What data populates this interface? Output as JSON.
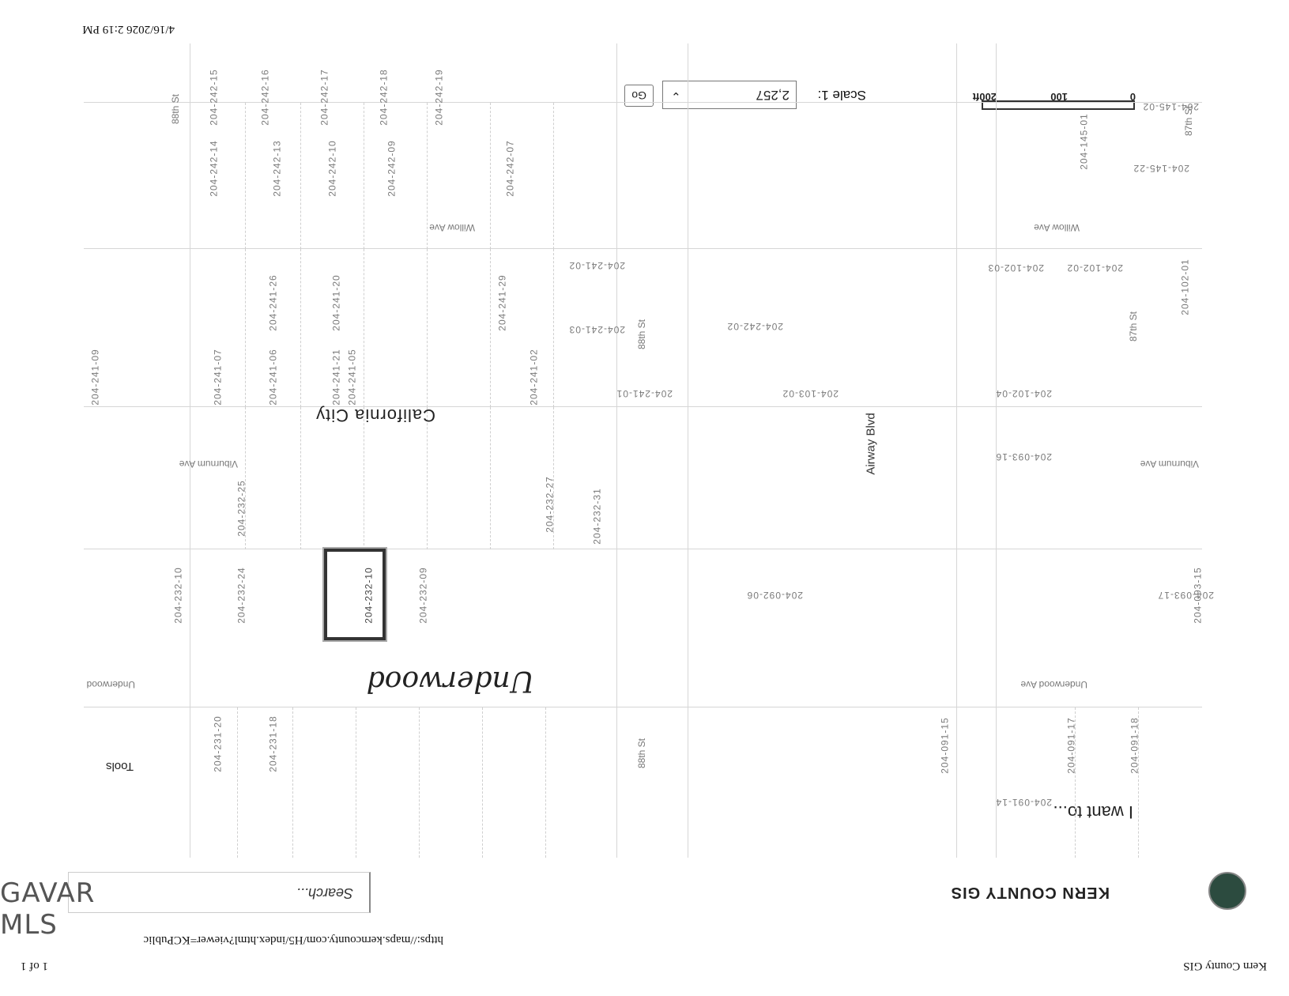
{
  "print_header": {
    "left": "Kern County GIS",
    "right": "1 of 1"
  },
  "print_footer": {
    "url": "https://maps.kerncounty.com/H5/index.html?viewer=KCPublic",
    "datetime": "4/16/2026 2:19 PM"
  },
  "watermark": "GAVAR MLS",
  "app": {
    "title": "KERN COUNTY GIS",
    "logo_alt": "Kern County seal",
    "i_want_to": "I want to...",
    "tools": "Tools",
    "search_placeholder": "Search..."
  },
  "scale": {
    "label": "Scale 1:",
    "value": "2,257",
    "go": "Go",
    "bar_labels": [
      "0",
      "100",
      "200ft"
    ]
  },
  "place_label": "California City",
  "handwritten_note": "Underwood",
  "streets": {
    "willow_ave_1": "Willow Ave",
    "willow_ave_2": "Willow Ave",
    "viburnum_ave_1": "Viburnum Ave",
    "viburnum_ave_2": "Viburnum Ave",
    "underwood_ave_1": "Underwood Ave",
    "underwood_ave_2": "Underwood",
    "airway_blvd": "Airway Blvd",
    "st_87": "87th St",
    "st_87b": "87th St",
    "st_88": "88th St",
    "st_88b": "88th St",
    "st_88c": "88th St"
  },
  "parcels": {
    "top_right": [
      "204-145-01",
      "204-145-02",
      "204-145-22"
    ],
    "willow_right": [
      "204-102-01",
      "204-102-02",
      "204-102-03",
      "204-102-04",
      "204-093-16"
    ],
    "mid_right": [
      "204-242-02",
      "204-103-02",
      "204-241-01",
      "204-241-02",
      "204-241-03"
    ],
    "blocks": [
      "204-241-05",
      "204-241-07",
      "204-241-06",
      "204-241-09",
      "204-241-26",
      "204-241-29",
      "204-241-02",
      "204-232-25",
      "204-232-24",
      "204-232-10",
      "204-232-09",
      "204-232-27",
      "204-232-31",
      "204-231-20",
      "204-231-18",
      "204-091-14",
      "204-091-15",
      "204-091-17",
      "204-091-18",
      "204-242-07",
      "204-242-09",
      "204-242-10",
      "204-242-13",
      "204-242-14",
      "204-242-15",
      "204-242-16",
      "204-242-17",
      "204-242-18",
      "204-242-19",
      "204-241-20",
      "204-241-21",
      "204-093-15",
      "204-093-17",
      "204-092-06"
    ],
    "selected": "204-232-10"
  }
}
